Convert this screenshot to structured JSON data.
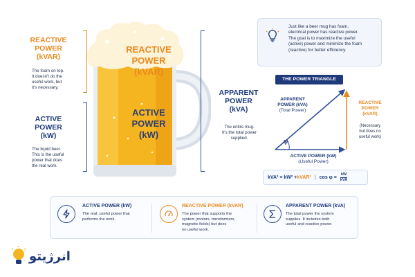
{
  "left": {
    "reactive": {
      "title_lines": [
        "REACTIVE",
        "POWER",
        "(kVAR)"
      ],
      "desc_lines": [
        "The foam on top.",
        "It doesn't do the",
        "useful work, but",
        "it's necessary."
      ]
    },
    "active": {
      "title_lines": [
        "ACTIVE",
        "POWER",
        "(kW)"
      ],
      "desc_lines": [
        "The liquid beer.",
        "This is the useful",
        "power that does",
        "the real work."
      ]
    }
  },
  "mug": {
    "foam_label_lines": [
      "REACTIVE",
      "POWER",
      "(kVAR)"
    ],
    "beer_label_lines": [
      "ACTIVE",
      "POWER",
      "(kW)"
    ]
  },
  "apparent": {
    "title_lines": [
      "APPARENT",
      "POWER",
      "(kVA)"
    ],
    "desc_lines": [
      "The entire mug.",
      "It's the total power",
      "supplied."
    ]
  },
  "tip": {
    "icon": "lightbulb-icon",
    "lines": [
      "Just like a beer mug has foam,",
      "electrical power has reactive power.",
      "The goal is to maximize the useful",
      "(active) power and minimize the foam",
      "(reactive) for better efficiency."
    ]
  },
  "triangle": {
    "header": "THE POWER TRIANGLE",
    "apparent_lines": [
      "APPARENT",
      "POWER (kVA)",
      "(Total Power)"
    ],
    "reactive_lines": [
      "REACTIVE",
      "POWER",
      "(kVAR)"
    ],
    "reactive_note_lines": [
      "(Necessary",
      "but does no",
      "useful work)"
    ],
    "active_lines": [
      "ACTIVE POWER (kW)",
      "(Useful Power)"
    ],
    "angle_symbol": "φ"
  },
  "formula": {
    "part1": "kVA² = kW² + ",
    "part2": "kVAR²",
    "sep": "|",
    "cos": "cos φ =",
    "num": "kW",
    "den": "kVA"
  },
  "cards": [
    {
      "icon": "lightning-icon",
      "title": "ACTIVE POWER (kW)",
      "desc_lines": [
        "The real, useful power that",
        "performs the work."
      ]
    },
    {
      "icon": "gauge-icon",
      "title": "REACTIVE POWER (kVAR)",
      "desc_lines": [
        "The power that supports the",
        "system (motors, transformers,",
        "magnetic fields) but does",
        "no useful work."
      ]
    },
    {
      "icon": "sigma-icon",
      "title": "APPARENT POWER (kVA)",
      "desc_lines": [
        "The total power the system",
        "supplies. It includes both",
        "useful and reactive power."
      ]
    }
  ],
  "logo": {
    "text": "انرژیتو"
  },
  "colors": {
    "navy": "#1f3a7a",
    "orange": "#e98a1f",
    "beer": "#f5b520",
    "foam": "#fdf3d8"
  }
}
